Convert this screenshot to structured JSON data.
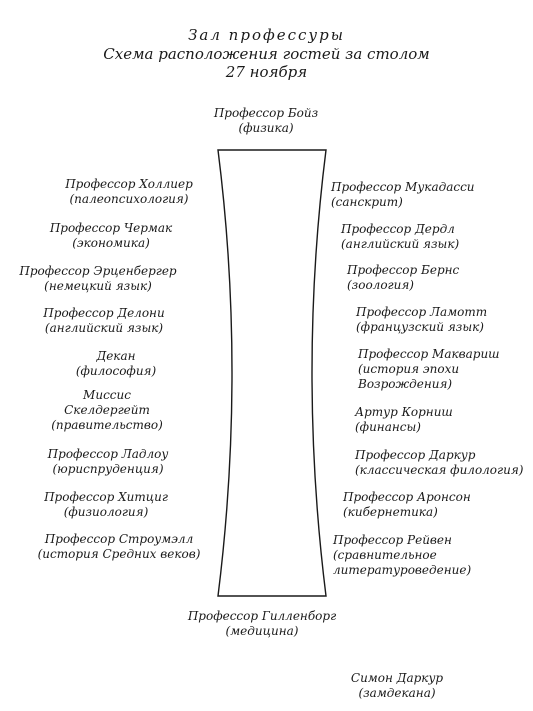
{
  "header": {
    "hall": "Зал профессуры",
    "subtitle": "Схема расположения гостей за столом",
    "date": "27 ноября"
  },
  "top": {
    "name": "Профессор Бойз",
    "subject": "(физика)"
  },
  "bottom": {
    "name": "Профессор Гилленборг",
    "subject": "(медицина)"
  },
  "left": [
    {
      "lines": [
        "Профессор Холлиер",
        "(палеопсихология)"
      ]
    },
    {
      "lines": [
        "Профессор Чермак",
        "(экономика)"
      ]
    },
    {
      "lines": [
        "Профессор Эрценбергер",
        "(немецкий язык)"
      ]
    },
    {
      "lines": [
        "Профессор Делони",
        "(английский язык)"
      ]
    },
    {
      "lines": [
        "Декан",
        "(философия)"
      ]
    },
    {
      "lines": [
        "Миссис",
        "Скелдергейт",
        "(правительство)"
      ]
    },
    {
      "lines": [
        "Профессор Ладлоу",
        "(юриспруденция)"
      ]
    },
    {
      "lines": [
        "Профессор Хитциг",
        "(физиология)"
      ]
    },
    {
      "lines": [
        "Профессор Строумэлл",
        "(история Средних веков)"
      ]
    }
  ],
  "right": [
    {
      "lines": [
        "Профессор Мукадасси",
        "(санскрит)"
      ]
    },
    {
      "lines": [
        "Профессор Дердл",
        "(английский язык)"
      ]
    },
    {
      "lines": [
        "Профессор Бернс",
        "(зоология)"
      ]
    },
    {
      "lines": [
        "Профессор Ламотт",
        "(французский язык)"
      ]
    },
    {
      "lines": [
        "Профессор Маквариш",
        "(история эпохи",
        "Возрождения)"
      ]
    },
    {
      "lines": [
        "Артур Корниш",
        "(финансы)"
      ]
    },
    {
      "lines": [
        "Профессор Даркур",
        "(классическая филология)"
      ]
    },
    {
      "lines": [
        "Профессор Аронсон",
        "(кибернетика)"
      ]
    },
    {
      "lines": [
        "Профессор Рейвен",
        "(сравнительное",
        "литературоведение)"
      ]
    }
  ],
  "extra": {
    "name": "Симон Даркур",
    "subject": "(замдекана)"
  }
}
